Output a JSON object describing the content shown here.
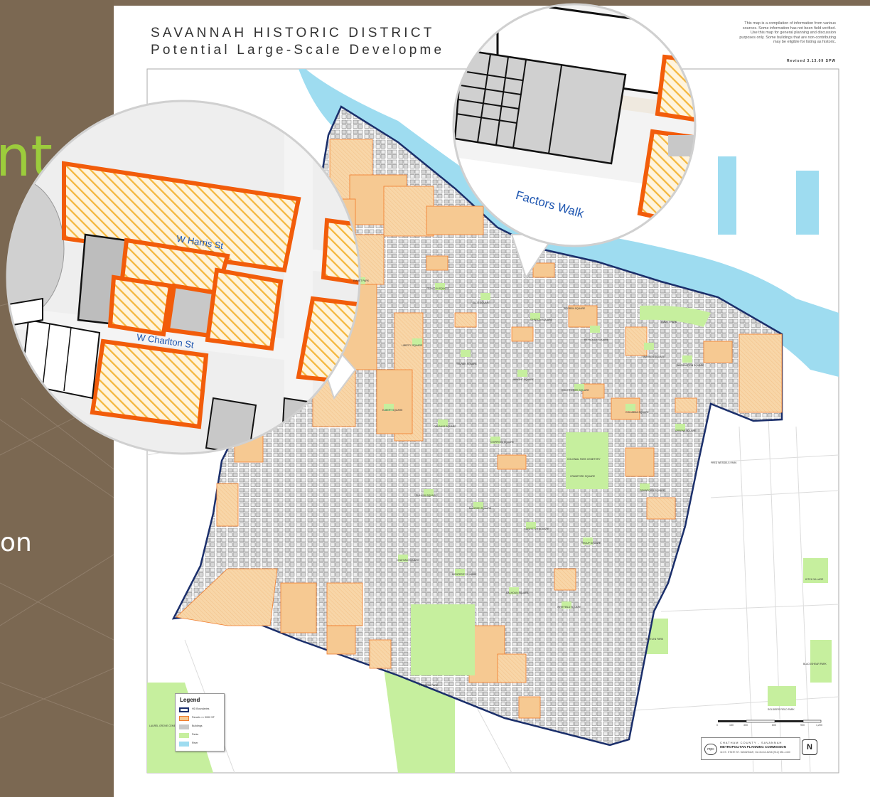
{
  "slide": {
    "side_title_fragment": "nt",
    "side_body_fragment": "on"
  },
  "map": {
    "title": "SAVANNAH HISTORIC DISTRICT",
    "subtitle": "Potential Large-Scale Developme",
    "note": "This map is a compilation of information from various sources. Some information has not been field verified. Use this map for general planning and discussion purposes only. Some buildings that are non-contributing may be eligible for listing as historic.",
    "revised": "Revised 3.13.09 SPW",
    "legend": {
      "title": "Legend",
      "items": [
        {
          "label": "HD Boundaries",
          "color": "#1b2f6b"
        },
        {
          "label": "Parcels >= 9000 SF",
          "color": "#f6c992"
        },
        {
          "label": "Buildings",
          "color": "#c8c8c8"
        },
        {
          "label": "Parks",
          "color": "#c6ef9e"
        },
        {
          "label": "River",
          "color": "#9edcf0"
        }
      ]
    },
    "mpc": {
      "logo": "mpc",
      "line1": "CHATHAM COUNTY - SAVANNAH",
      "line2": "METROPOLITAN PLANNING COMMISSION",
      "line3": "110 E. STATE ST. SAVANNAH, GA 31412-8246 (912) 651-1440"
    },
    "north": "N",
    "scale_ticks": [
      "0",
      "150",
      "300",
      "600",
      "900",
      "1,200"
    ],
    "place_labels": [
      {
        "text": "COLONIAL PARK CEMETERY"
      },
      {
        "text": "FORSYTH PARK"
      },
      {
        "text": "EMMET PARK"
      },
      {
        "text": "LAUREL GROVE CEMETERY"
      },
      {
        "text": "KITCH VILLAGE"
      },
      {
        "text": "BLACKSHEAR PARK"
      },
      {
        "text": "SOLDIERS FIELD PARK"
      },
      {
        "text": "WHITLEN PARK"
      },
      {
        "text": "FRED WESSELS PARK"
      },
      {
        "text": "ELLIS SQUARE"
      },
      {
        "text": "JOHNSON SQUARE"
      },
      {
        "text": "REYNOLDS SQUARE"
      },
      {
        "text": "WARREN SQUARE"
      },
      {
        "text": "WASHINGTON SQUARE"
      },
      {
        "text": "LIBERTY SQUARE"
      },
      {
        "text": "TELFAIR SQUARE"
      },
      {
        "text": "WRIGHT SQUARE"
      },
      {
        "text": "OGLETHORPE SQUARE"
      },
      {
        "text": "COLUMBIA SQUARE"
      },
      {
        "text": "GREENE SQUARE"
      },
      {
        "text": "ORLEANS SQUARE"
      },
      {
        "text": "CHIPPEWA SQUARE"
      },
      {
        "text": "CRAWFORD SQUARE"
      },
      {
        "text": "PULASKI SQUARE"
      },
      {
        "text": "MADISON SQUARE"
      },
      {
        "text": "LAFAYETTE SQUARE"
      },
      {
        "text": "TROUP SQUARE"
      },
      {
        "text": "CHATHAM SQUARE"
      },
      {
        "text": "MONTEREY SQUARE"
      },
      {
        "text": "CALHOUN SQUARE"
      },
      {
        "text": "WHITFIELD SQUARE"
      },
      {
        "text": "ELBERT SQUARE"
      },
      {
        "text": "FRANKLIN SQUARE"
      },
      {
        "text": "WARREN SQUARE"
      },
      {
        "text": "EMMET PARK"
      },
      {
        "text": "CRAWFORD SQUARE"
      }
    ],
    "callouts": [
      {
        "street_labels": [
          "W Harris St",
          "W Charlton St"
        ]
      },
      {
        "street_labels": [
          "Factors Walk"
        ]
      }
    ],
    "colors": {
      "parcel_fill": "#f6c992",
      "parcel_stroke": "#f07b2b",
      "callout_stroke": "#f25c0a",
      "callout_hatch": "#f4b73d",
      "boundary": "#1b2f6b",
      "river": "#9edcf0",
      "park": "#c6ef9e",
      "building": "#c8c8c8",
      "street_label": "#1d55b0"
    }
  }
}
